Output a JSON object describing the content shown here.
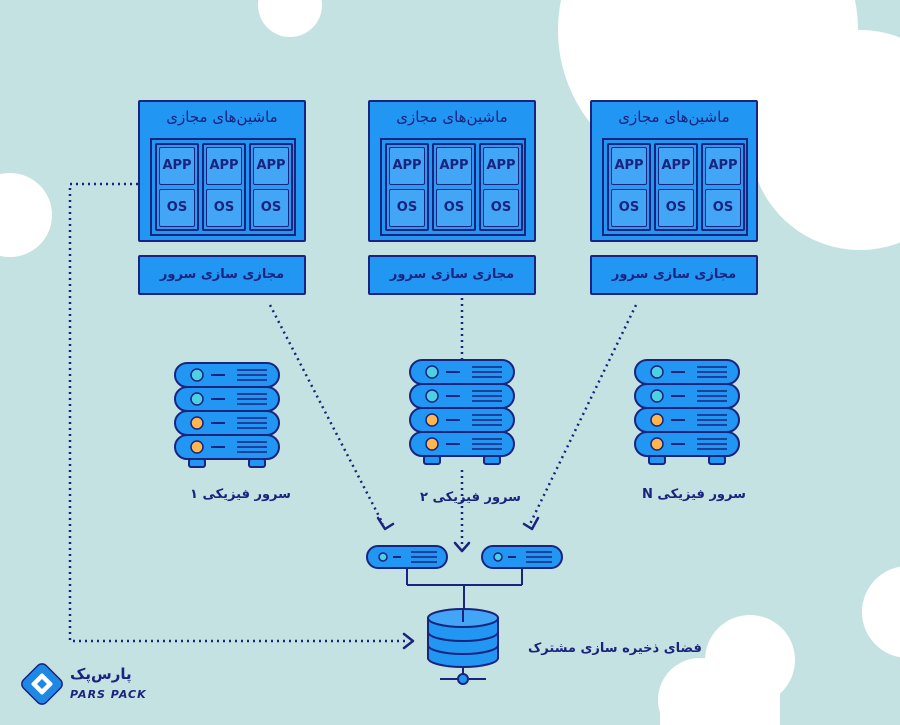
{
  "diagram": {
    "vm_title": "ماشین‌های مجازی",
    "app_label": "APP",
    "os_label": "OS",
    "hypervisor_label": "مجازی سازی سرور",
    "physical_servers": [
      "سرور فیزیکی ۱",
      "سرور فیزیکی ۲",
      "سرور فیزیکی N"
    ],
    "storage_label": "فضای ذخیره سازی مشترک"
  },
  "brand": {
    "name_fa": "پارس‌پک",
    "name_en": "PARS PACK"
  },
  "colors": {
    "background": "#c5e2e2",
    "box_fill": "#2196f3",
    "outline": "#1a237e",
    "led_cyan": "#4dd0e1",
    "led_amber": "#ffb74d"
  }
}
